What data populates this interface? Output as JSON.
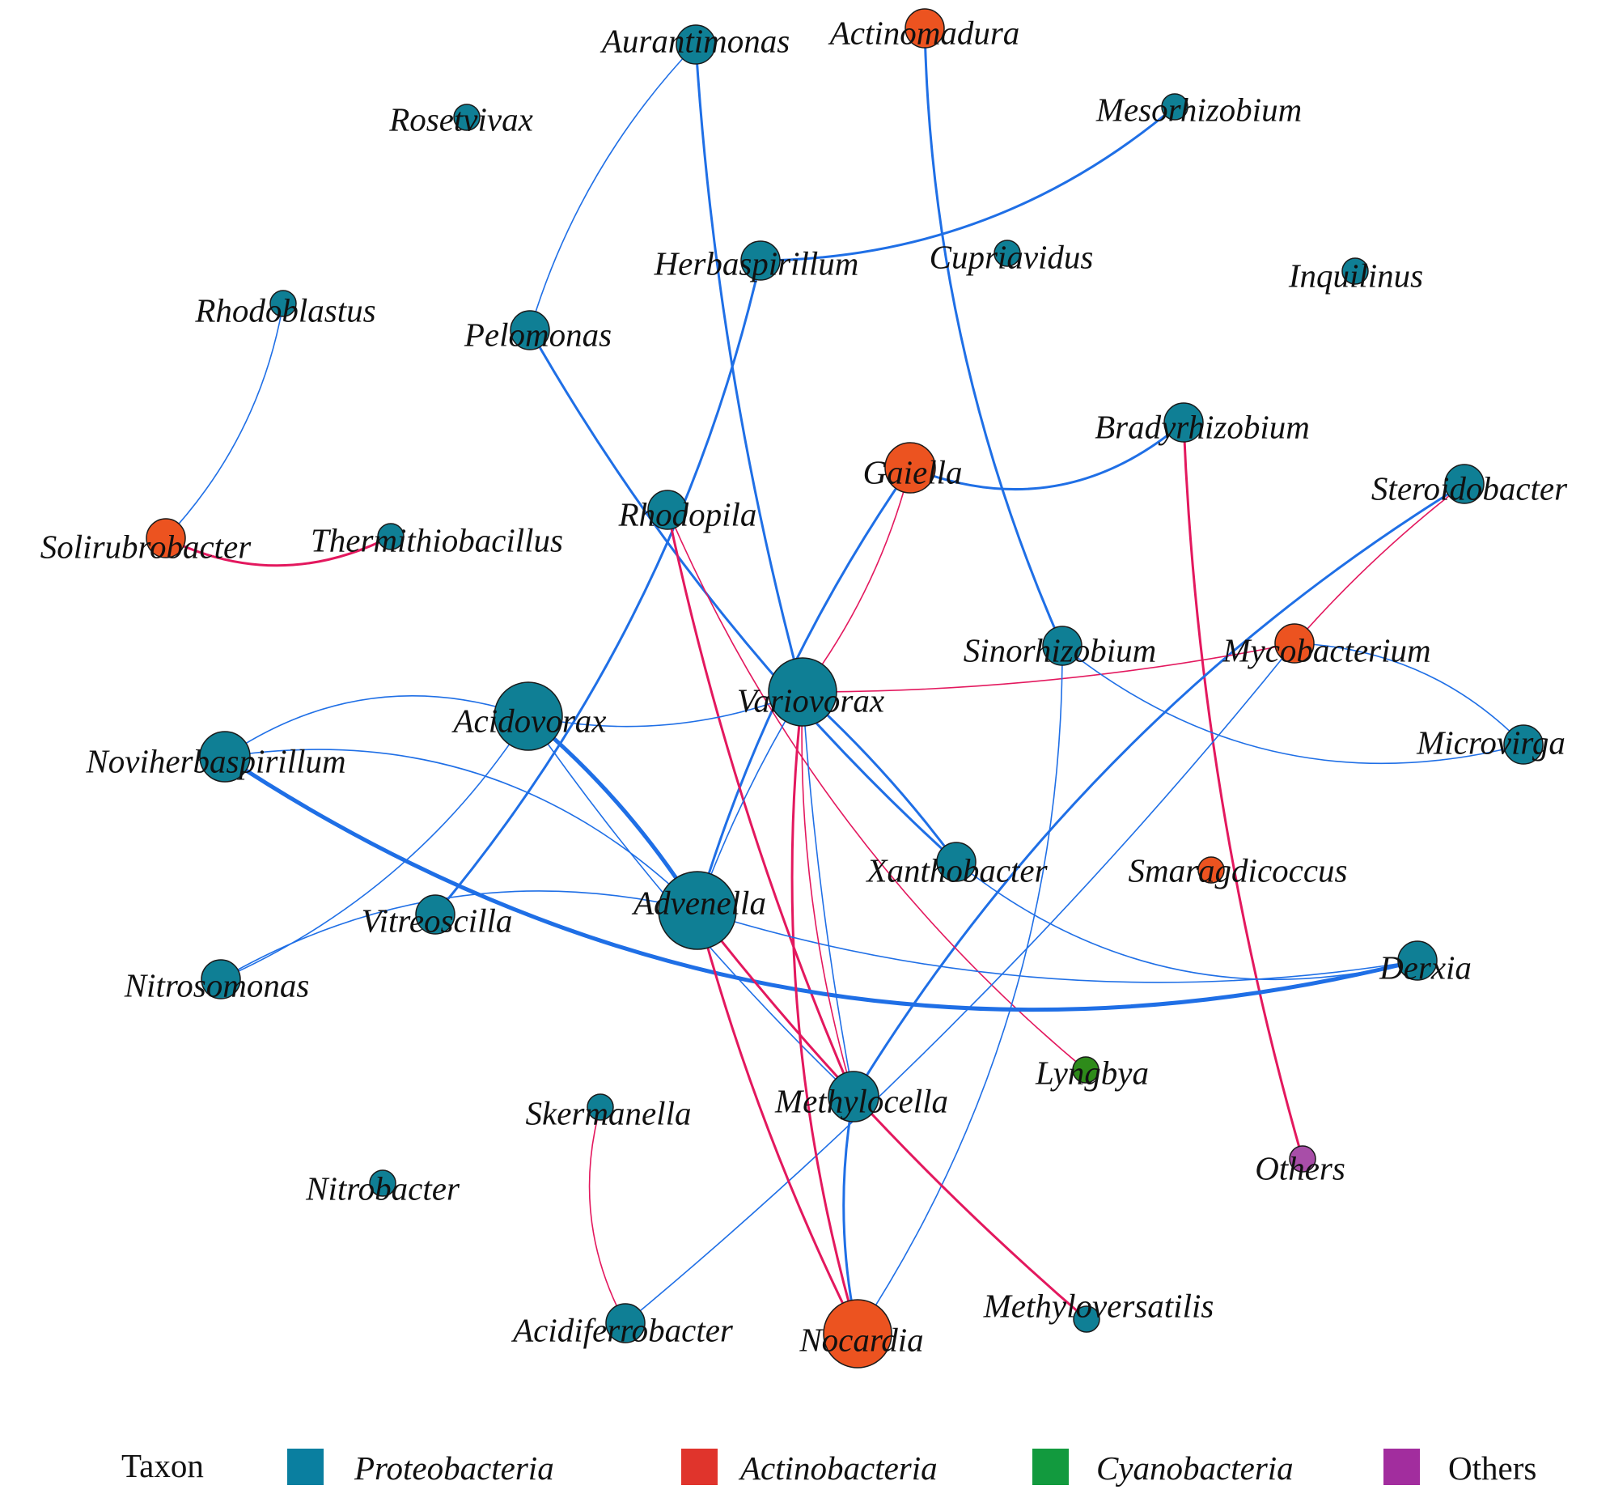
{
  "colors": {
    "proteobacteria": "#0f7f95",
    "actinobacteria": "#ec5320",
    "cyanobacteria": "#2e8b1a",
    "others": "#a84ea8",
    "positive_edge": "#1f6fe6",
    "negative_edge": "#e3185e",
    "legend_proteobacteria": "#0a7fa0",
    "legend_actinobacteria": "#e0342c",
    "legend_cyanobacteria": "#129a3e",
    "legend_others": "#a22d9e"
  },
  "nodes": [
    {
      "id": "aurantimonas",
      "label": "Aurantimonas",
      "group": "proteobacteria",
      "size": 2
    },
    {
      "id": "actinomadura",
      "label": "Actinomadura",
      "group": "actinobacteria",
      "size": 2
    },
    {
      "id": "rosetvivax",
      "label": "Rosetvivax",
      "group": "proteobacteria",
      "size": 1
    },
    {
      "id": "mesorhizobium",
      "label": "Mesorhizobium",
      "group": "proteobacteria",
      "size": 1
    },
    {
      "id": "herbaspirillum",
      "label": "Herbaspirillum",
      "group": "proteobacteria",
      "size": 2
    },
    {
      "id": "cupriavidus",
      "label": "Cupriavidus",
      "group": "proteobacteria",
      "size": 1
    },
    {
      "id": "inquilinus",
      "label": "Inquilinus",
      "group": "proteobacteria",
      "size": 1
    },
    {
      "id": "rhodoblastus",
      "label": "Rhodoblastus",
      "group": "proteobacteria",
      "size": 1
    },
    {
      "id": "pelomonas",
      "label": "Pelomonas",
      "group": "proteobacteria",
      "size": 2
    },
    {
      "id": "bradyrhizobium",
      "label": "Bradyrhizobium",
      "group": "proteobacteria",
      "size": 2
    },
    {
      "id": "gaiella",
      "label": "Gaiella",
      "group": "actinobacteria",
      "size": 3
    },
    {
      "id": "steroidobacter",
      "label": "Steroidobacter",
      "group": "proteobacteria",
      "size": 2
    },
    {
      "id": "rhodopila",
      "label": "Rhodopila",
      "group": "proteobacteria",
      "size": 2
    },
    {
      "id": "solirubrobacter",
      "label": "Solirubrobacter",
      "group": "actinobacteria",
      "size": 2
    },
    {
      "id": "thermithiobacillus",
      "label": "Thermithiobacillus",
      "group": "proteobacteria",
      "size": 1
    },
    {
      "id": "sinorhizobium",
      "label": "Sinorhizobium",
      "group": "proteobacteria",
      "size": 2
    },
    {
      "id": "mycobacterium",
      "label": "Mycobacterium",
      "group": "actinobacteria",
      "size": 2
    },
    {
      "id": "variovorax",
      "label": "Variovorax",
      "group": "proteobacteria",
      "size": 4
    },
    {
      "id": "acidovorax",
      "label": "Acidovorax",
      "group": "proteobacteria",
      "size": 4
    },
    {
      "id": "noviherbaspirillum",
      "label": "Noviherbaspirillum",
      "group": "proteobacteria",
      "size": 3
    },
    {
      "id": "microvirga",
      "label": "Microvirga",
      "group": "proteobacteria",
      "size": 2
    },
    {
      "id": "xanthobacter",
      "label": "Xanthobacter",
      "group": "proteobacteria",
      "size": 2
    },
    {
      "id": "smaragdicoccus",
      "label": "Smaragdicoccus",
      "group": "actinobacteria",
      "size": 1
    },
    {
      "id": "advenella",
      "label": "Advenella",
      "group": "proteobacteria",
      "size": 5
    },
    {
      "id": "vitreoscilla",
      "label": "Vitreoscilla",
      "group": "proteobacteria",
      "size": 2
    },
    {
      "id": "derxia",
      "label": "Derxia",
      "group": "proteobacteria",
      "size": 2
    },
    {
      "id": "nitrosomonas",
      "label": "Nitrosomonas",
      "group": "proteobacteria",
      "size": 2
    },
    {
      "id": "lyngbya",
      "label": "Lyngbya",
      "group": "cyanobacteria",
      "size": 1
    },
    {
      "id": "methylocella",
      "label": "Methylocella",
      "group": "proteobacteria",
      "size": 3
    },
    {
      "id": "skermanella",
      "label": "Skermanella",
      "group": "proteobacteria",
      "size": 1
    },
    {
      "id": "others_node",
      "label": "Others",
      "group": "others",
      "size": 1
    },
    {
      "id": "nitrobacter",
      "label": "Nitrobacter",
      "group": "proteobacteria",
      "size": 1
    },
    {
      "id": "methyloversatilis",
      "label": "Methyloversatilis",
      "group": "proteobacteria",
      "size": 1
    },
    {
      "id": "acidiferrobacter",
      "label": "Acidiferrobacter",
      "group": "proteobacteria",
      "size": 2
    },
    {
      "id": "nocardia",
      "label": "Nocardia",
      "group": "actinobacteria",
      "size": 4
    }
  ],
  "edges": [
    {
      "source": "aurantimonas",
      "target": "variovorax",
      "type": "positive",
      "weight": 2
    },
    {
      "source": "aurantimonas",
      "target": "pelomonas",
      "type": "positive",
      "weight": 1
    },
    {
      "source": "actinomadura",
      "target": "sinorhizobium",
      "type": "positive",
      "weight": 2
    },
    {
      "source": "mesorhizobium",
      "target": "herbaspirillum",
      "type": "positive",
      "weight": 2
    },
    {
      "source": "herbaspirillum",
      "target": "vitreoscilla",
      "type": "positive",
      "weight": 2
    },
    {
      "source": "rhodoblastus",
      "target": "solirubrobacter",
      "type": "positive",
      "weight": 1
    },
    {
      "source": "solirubrobacter",
      "target": "thermithiobacillus",
      "type": "negative",
      "weight": 2
    },
    {
      "source": "pelomonas",
      "target": "xanthobacter",
      "type": "positive",
      "weight": 2
    },
    {
      "source": "gaiella",
      "target": "bradyrhizobium",
      "type": "positive",
      "weight": 2
    },
    {
      "source": "gaiella",
      "target": "variovorax",
      "type": "negative",
      "weight": 1
    },
    {
      "source": "gaiella",
      "target": "advenella",
      "type": "positive",
      "weight": 2
    },
    {
      "source": "bradyrhizobium",
      "target": "others_node",
      "type": "negative",
      "weight": 2
    },
    {
      "source": "steroidobacter",
      "target": "methylocella",
      "type": "positive",
      "weight": 2
    },
    {
      "source": "steroidobacter",
      "target": "mycobacterium",
      "type": "negative",
      "weight": 1
    },
    {
      "source": "rhodopila",
      "target": "methylocella",
      "type": "negative",
      "weight": 2
    },
    {
      "source": "rhodopila",
      "target": "lyngbya",
      "type": "negative",
      "weight": 1
    },
    {
      "source": "mycobacterium",
      "target": "variovorax",
      "type": "negative",
      "weight": 1
    },
    {
      "source": "mycobacterium",
      "target": "microvirga",
      "type": "positive",
      "weight": 1
    },
    {
      "source": "mycobacterium",
      "target": "acidiferrobacter",
      "type": "positive",
      "weight": 1
    },
    {
      "source": "sinorhizobium",
      "target": "microvirga",
      "type": "positive",
      "weight": 1
    },
    {
      "source": "sinorhizobium",
      "target": "nocardia",
      "type": "positive",
      "weight": 1
    },
    {
      "source": "noviherbaspirillum",
      "target": "derxia",
      "type": "positive",
      "weight": 3
    },
    {
      "source": "noviherbaspirillum",
      "target": "acidovorax",
      "type": "positive",
      "weight": 1
    },
    {
      "source": "noviherbaspirillum",
      "target": "advenella",
      "type": "positive",
      "weight": 1
    },
    {
      "source": "acidovorax",
      "target": "variovorax",
      "type": "positive",
      "weight": 1
    },
    {
      "source": "acidovorax",
      "target": "advenella",
      "type": "positive",
      "weight": 3
    },
    {
      "source": "acidovorax",
      "target": "nitrosomonas",
      "type": "positive",
      "weight": 1
    },
    {
      "source": "acidovorax",
      "target": "methylocella",
      "type": "positive",
      "weight": 1
    },
    {
      "source": "variovorax",
      "target": "xanthobacter",
      "type": "positive",
      "weight": 2
    },
    {
      "source": "variovorax",
      "target": "nocardia",
      "type": "negative",
      "weight": 2
    },
    {
      "source": "variovorax",
      "target": "methylocella",
      "type": "positive",
      "weight": 1
    },
    {
      "source": "variovorax",
      "target": "advenella",
      "type": "positive",
      "weight": 1
    },
    {
      "source": "advenella",
      "target": "derxia",
      "type": "positive",
      "weight": 1
    },
    {
      "source": "advenella",
      "target": "nitrosomonas",
      "type": "positive",
      "weight": 1
    },
    {
      "source": "advenella",
      "target": "nocardia",
      "type": "negative",
      "weight": 2
    },
    {
      "source": "advenella",
      "target": "methyloversatilis",
      "type": "negative",
      "weight": 2
    },
    {
      "source": "xanthobacter",
      "target": "derxia",
      "type": "positive",
      "weight": 1
    },
    {
      "source": "methylocella",
      "target": "nocardia",
      "type": "positive",
      "weight": 2
    },
    {
      "source": "methylocella",
      "target": "variovorax",
      "type": "negative",
      "weight": 1
    },
    {
      "source": "skermanella",
      "target": "acidiferrobacter",
      "type": "negative",
      "weight": 1
    }
  ],
  "legend": {
    "title": "Taxon",
    "items": [
      {
        "label": "Proteobacteria",
        "color_key": "legend_proteobacteria",
        "italic": true
      },
      {
        "label": "Actinobacteria",
        "color_key": "legend_actinobacteria",
        "italic": true
      },
      {
        "label": "Cyanobacteria",
        "color_key": "legend_cyanobacteria",
        "italic": true
      },
      {
        "label": "Others",
        "color_key": "legend_others",
        "italic": false
      }
    ]
  }
}
